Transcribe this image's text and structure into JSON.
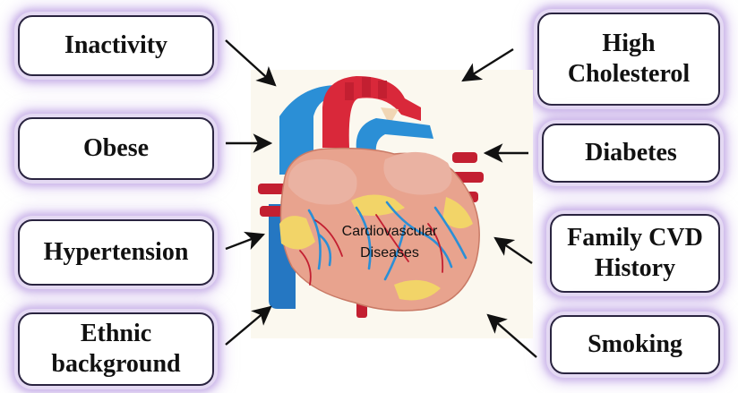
{
  "center": {
    "line1": "Cardiovascular",
    "line2": "Diseases"
  },
  "factors": [
    {
      "id": "inactivity",
      "lines": [
        "Inactivity"
      ]
    },
    {
      "id": "obese",
      "lines": [
        "Obese"
      ]
    },
    {
      "id": "hypertension",
      "lines": [
        "Hypertension"
      ]
    },
    {
      "id": "ethnic-background",
      "lines": [
        "Ethnic",
        "background"
      ]
    },
    {
      "id": "high-cholesterol",
      "lines": [
        "High",
        "Cholesterol"
      ]
    },
    {
      "id": "diabetes",
      "lines": [
        "Diabetes"
      ]
    },
    {
      "id": "family-cvd-history",
      "lines": [
        "Family CVD",
        "History"
      ]
    },
    {
      "id": "smoking",
      "lines": [
        "Smoking"
      ]
    }
  ],
  "colors": {
    "box_border": "#2a2440",
    "box_glow": "#cdb8ea",
    "heart_muscle": "#e8a38e",
    "vein_blue": "#2b8fd6",
    "artery_red": "#d9283a",
    "fat_yellow": "#f2d468"
  },
  "icons": [
    "heart-illustration",
    "arrow-icon"
  ]
}
